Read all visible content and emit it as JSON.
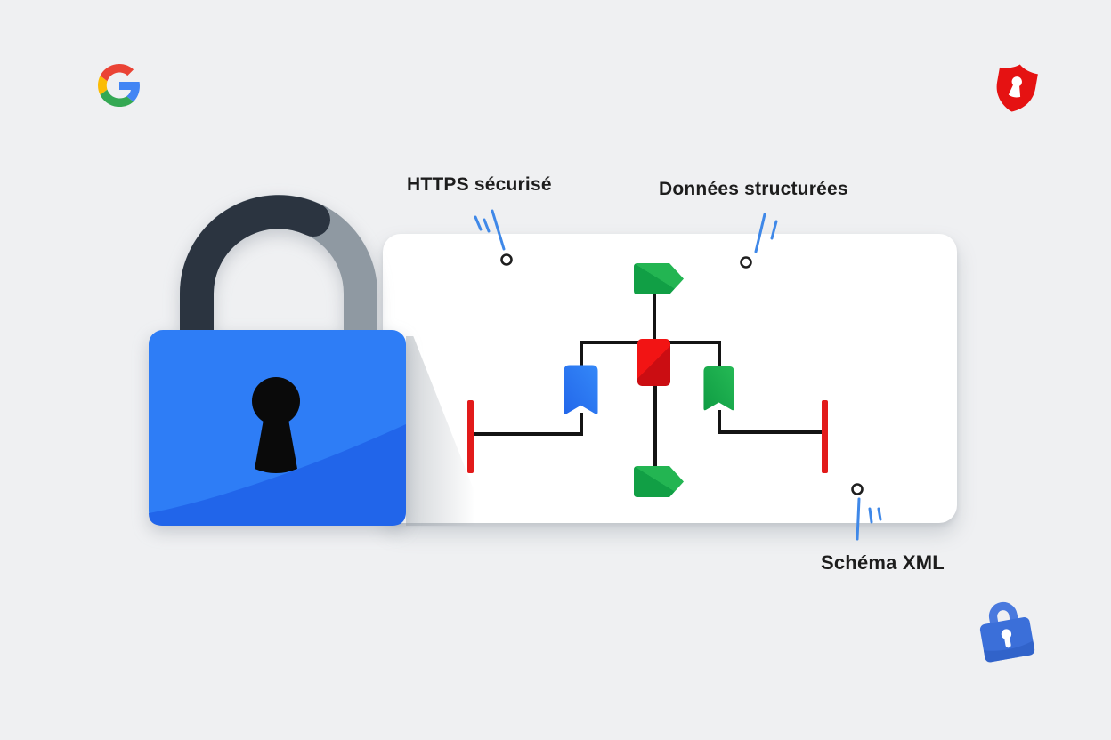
{
  "labels": {
    "https": "HTTPS sécurisé",
    "structured_data": "Données structurées",
    "xml_schema": "Schéma XML"
  },
  "icons": {
    "google_logo": "google-g-logo",
    "security_shield": "red-shield-with-keyhole",
    "padlock_large": "blue-padlock-with-keyhole",
    "lock_badge": "small-blue-lock"
  },
  "colors": {
    "background": "#eff0f2",
    "card": "#ffffff",
    "padlock_body_blue": "#2e7df6",
    "padlock_body_shade": "#2165ea",
    "shackle_dark": "#2b3440",
    "shackle_gray": "#8f99a2",
    "diagram_green": "#1fb150",
    "diagram_green_dark": "#119f45",
    "diagram_red": "#e8120f",
    "diagram_blue": "#2e7cf5",
    "terminator_red": "#e21a1a",
    "connector_black": "#141414",
    "annotation_blue": "#3f88e8",
    "shield_red": "#e51212",
    "small_lock_blue": "#3b6fd9",
    "text": "#1d1d1d"
  }
}
